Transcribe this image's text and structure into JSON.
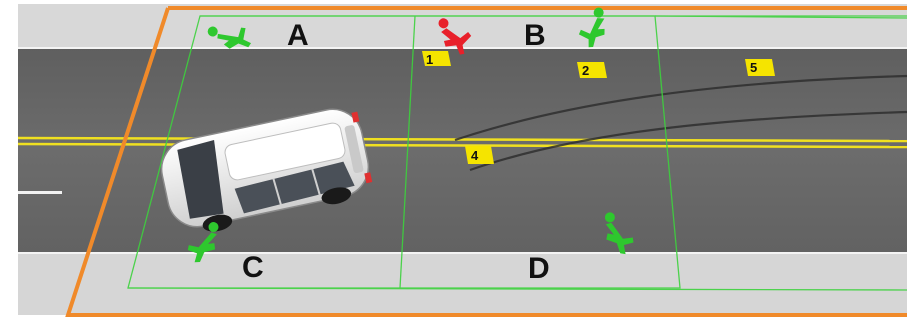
{
  "diagram": {
    "zone_labels": [
      {
        "id": "A",
        "text": "A"
      },
      {
        "id": "B",
        "text": "B"
      },
      {
        "id": "C",
        "text": "C"
      },
      {
        "id": "D",
        "text": "D"
      }
    ],
    "evidence_markers": [
      {
        "id": "1",
        "text": "1"
      },
      {
        "id": "2",
        "text": "2"
      },
      {
        "id": "4",
        "text": "4"
      },
      {
        "id": "5",
        "text": "5"
      }
    ],
    "figures": [
      {
        "name": "figure-a",
        "color": "#2ec82e"
      },
      {
        "name": "figure-victim",
        "color": "#e8202a"
      },
      {
        "name": "figure-b",
        "color": "#2ec82e"
      },
      {
        "name": "figure-c",
        "color": "#2ec82e"
      },
      {
        "name": "figure-d",
        "color": "#2ec82e"
      }
    ],
    "colors": {
      "road": "#6a6a6a",
      "shoulder": "#d7d7d7",
      "center_line": "#f0e020",
      "scene_border": "#f08a2a",
      "zone_lines": "#3dd23d",
      "marker": "#f5e400",
      "skid_marks": "#3a3a3a",
      "vehicle": "#eeeeee"
    }
  }
}
